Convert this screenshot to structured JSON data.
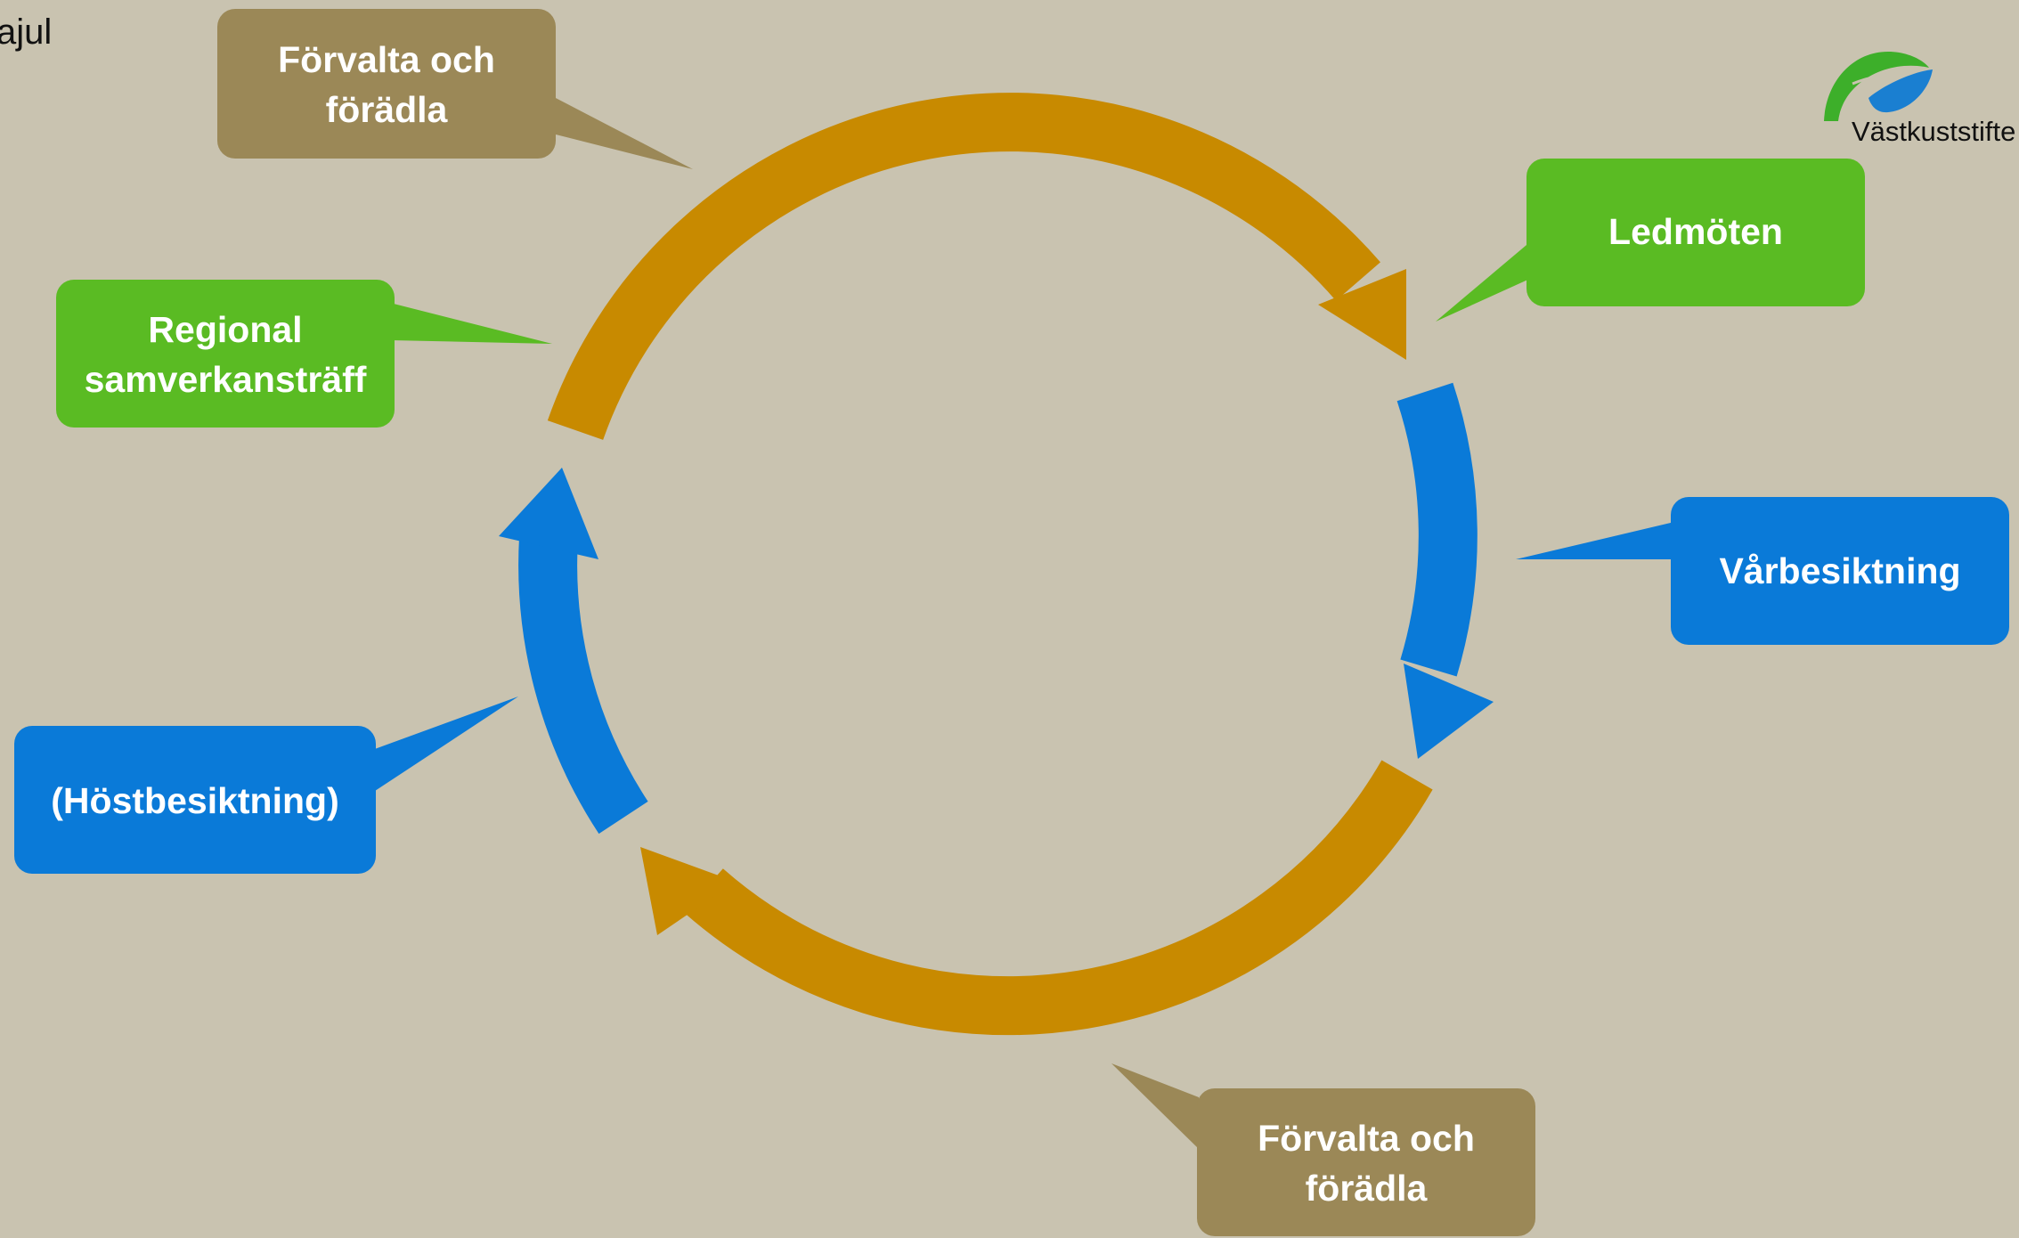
{
  "header": {
    "title_fragment": "ajul"
  },
  "logo": {
    "text": "Västkuststifte"
  },
  "colors": {
    "background": "#c9c3b0",
    "orange": "#c88a00",
    "blue": "#0a7ad8",
    "green": "#5abb23",
    "brown": "#9b8857"
  },
  "callouts": {
    "top_left": {
      "line1": "Förvalta och",
      "line2": "förädla"
    },
    "top_right": {
      "line1": "Ledmöten"
    },
    "right": {
      "line1": "Vårbesiktning"
    },
    "bottom_right": {
      "line1": "Förvalta och",
      "line2": "förädla"
    },
    "left_bottom": {
      "line1": "(Höstbesiktning)"
    },
    "left_top": {
      "line1": "Regional",
      "line2": "samverkansträff"
    }
  }
}
